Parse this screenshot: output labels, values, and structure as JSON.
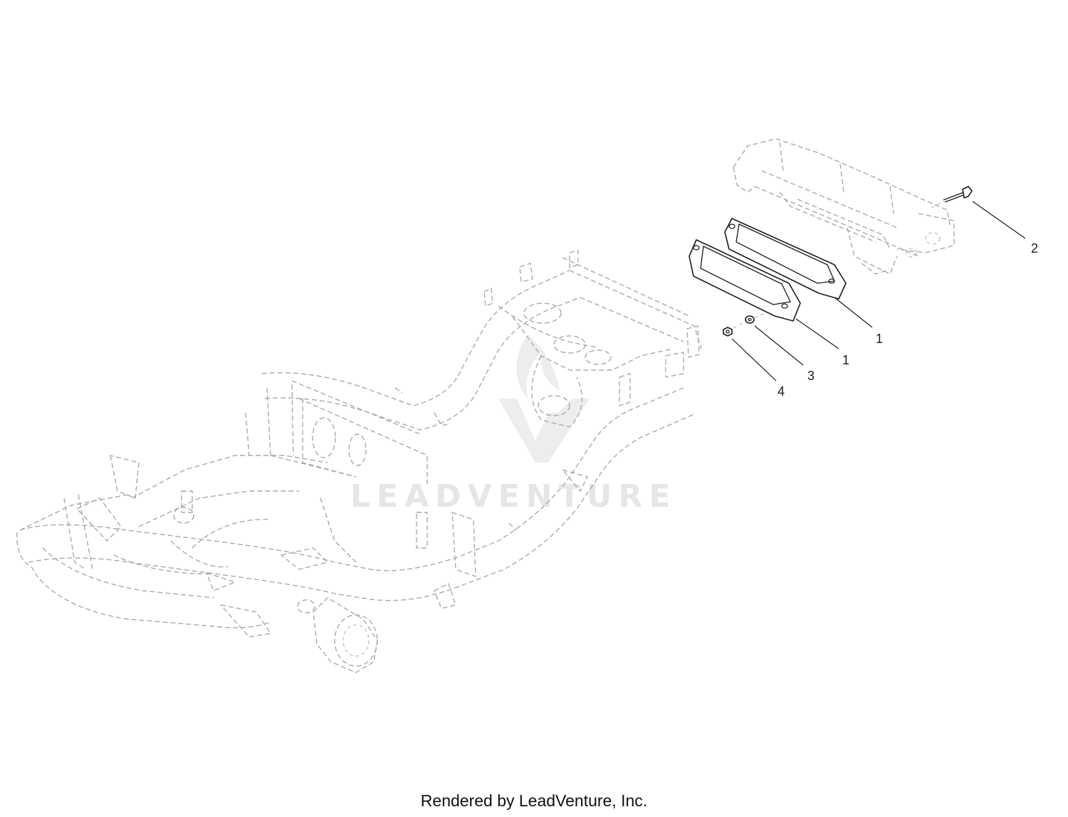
{
  "diagram": {
    "callouts": [
      {
        "id": "c1a",
        "label": "1"
      },
      {
        "id": "c1b",
        "label": "1"
      },
      {
        "id": "c2",
        "label": "2"
      },
      {
        "id": "c3",
        "label": "3"
      },
      {
        "id": "c4",
        "label": "4"
      }
    ]
  },
  "watermark": {
    "text": "LEADVENTURE"
  },
  "footer": {
    "text": "Rendered by LeadVenture, Inc."
  }
}
